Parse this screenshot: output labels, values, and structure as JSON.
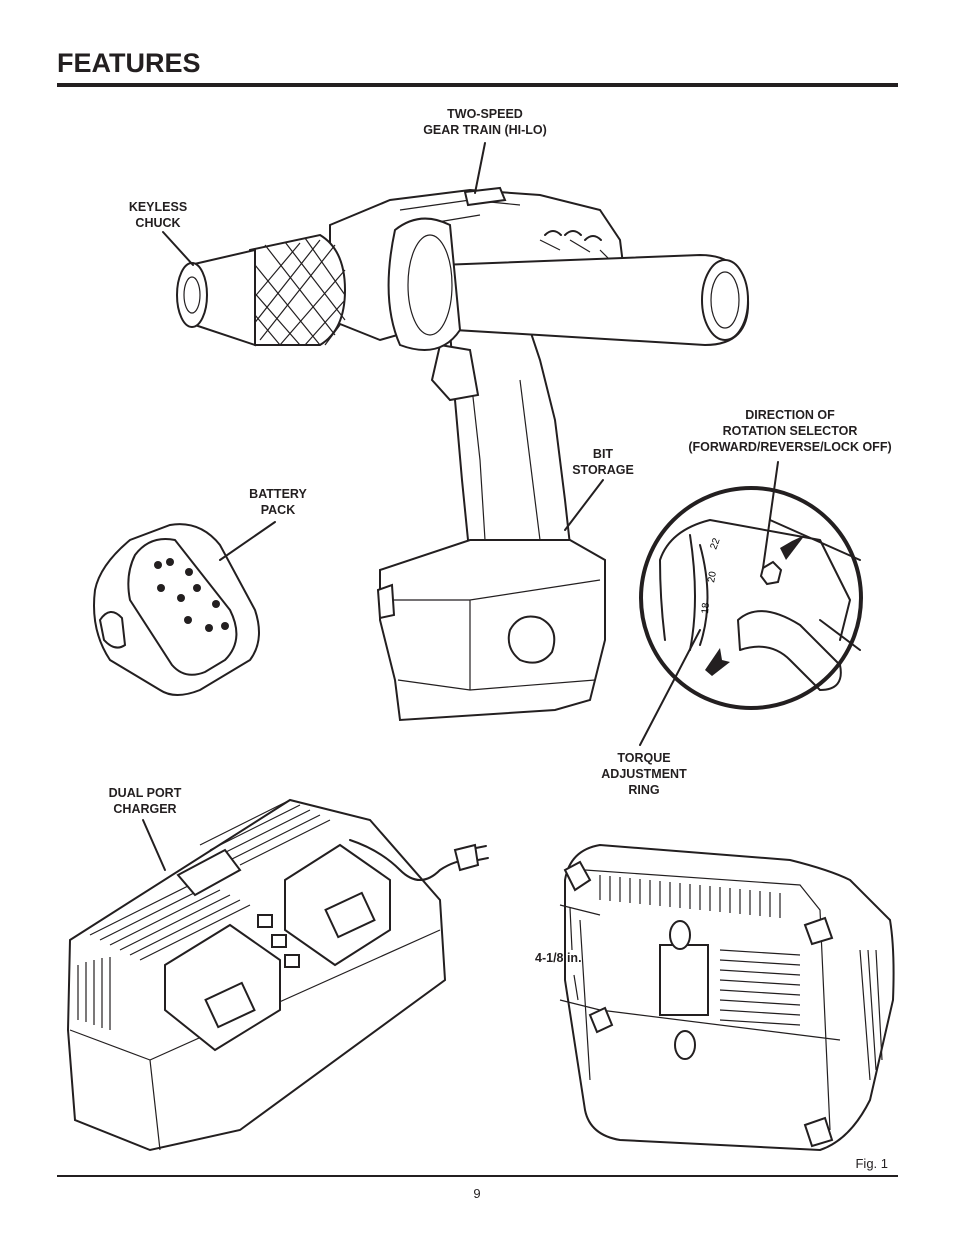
{
  "page": {
    "title": "FEATURES",
    "figure_label": "Fig. 1",
    "page_number": "9"
  },
  "callouts": {
    "two_speed_gear_train": [
      "TWO-SPEED",
      "GEAR TRAIN (HI-LO)"
    ],
    "keyless_chuck": [
      "KEYLESS",
      "CHUCK"
    ],
    "battery_pack": [
      "BATTERY",
      "PACK"
    ],
    "bit_storage": [
      "BIT",
      "STORAGE"
    ],
    "direction_of_rotation_selector": [
      "DIRECTION OF",
      "ROTATION SELECTOR",
      "(FORWARD/REVERSE/LOCK OFF)"
    ],
    "torque_adjustment_ring": [
      "TORQUE",
      "ADJUSTMENT",
      "RING"
    ],
    "dual_port_charger": [
      "DUAL PORT",
      "CHARGER"
    ]
  },
  "dimension": {
    "charger_mount_spacing": "4-1/8 in."
  },
  "torque_ring_markings": [
    "18",
    "20",
    "22"
  ]
}
